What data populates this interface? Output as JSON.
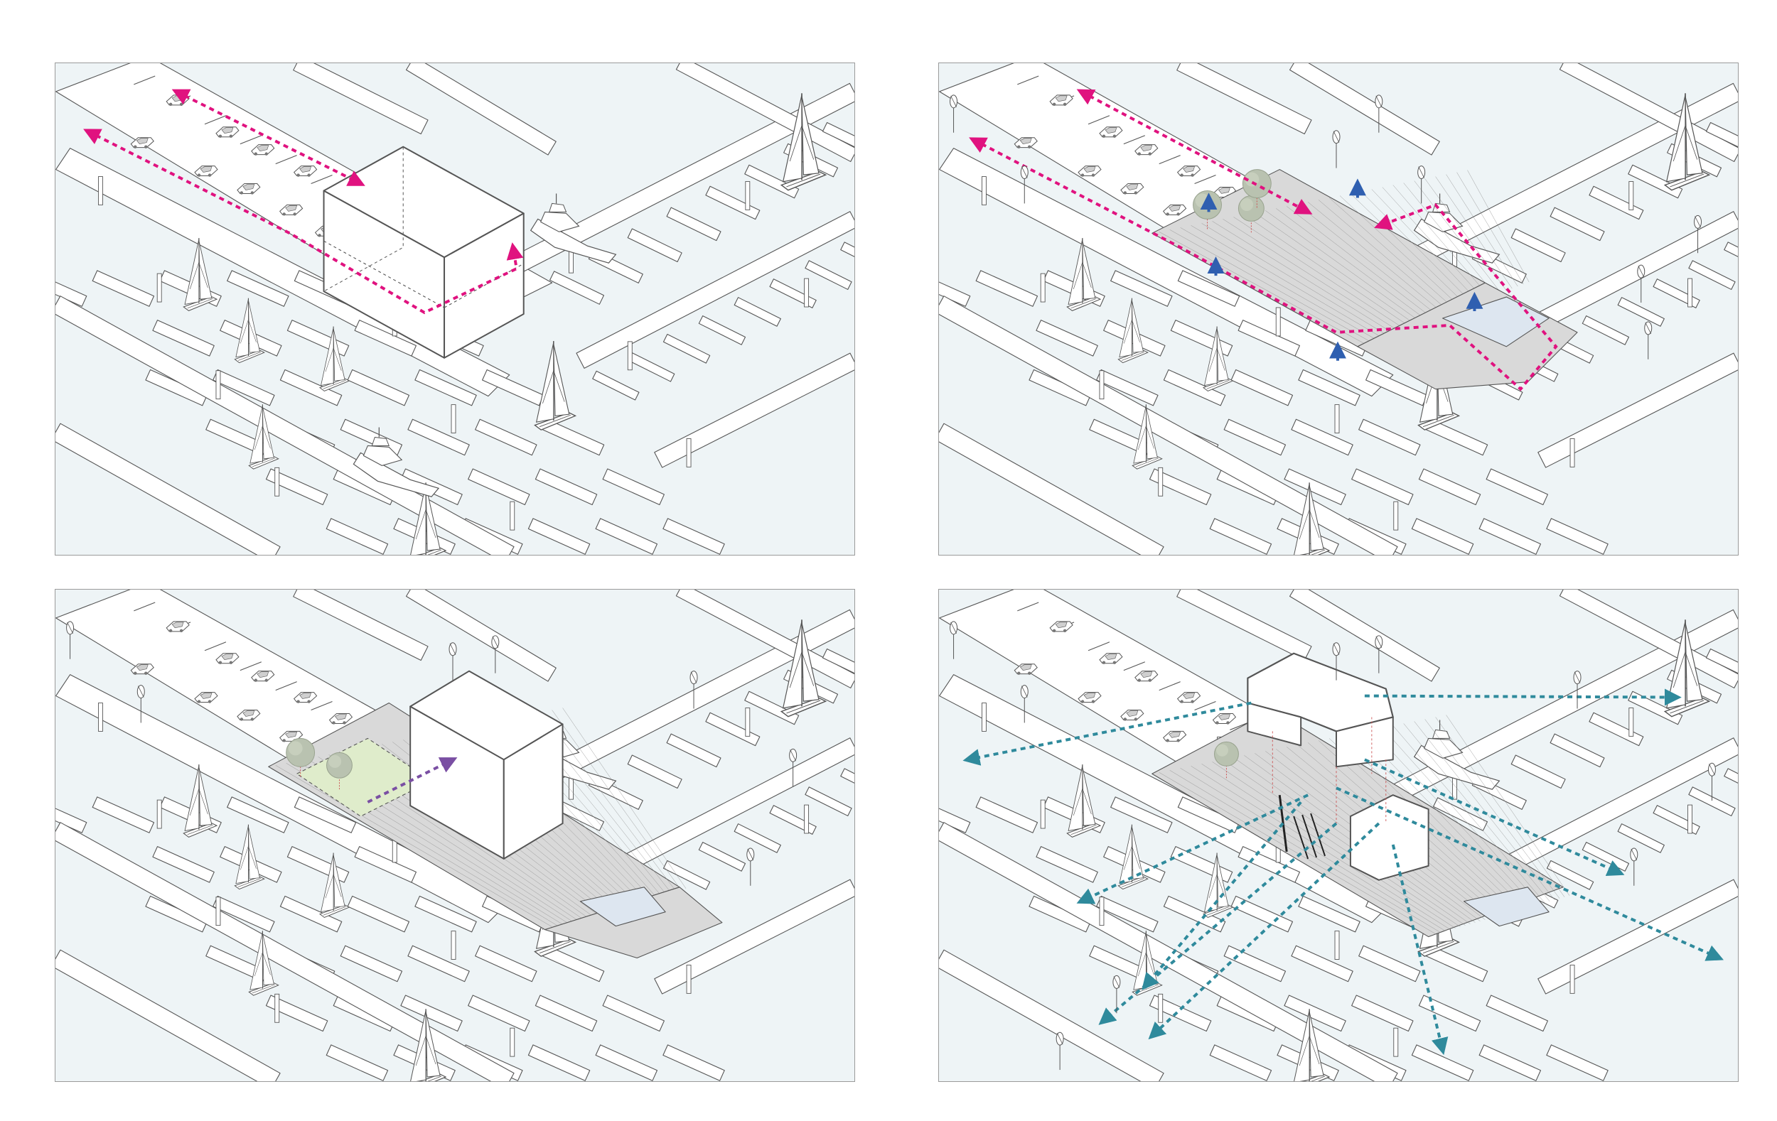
{
  "figure": {
    "panels": [
      {
        "id": "p1",
        "stage": "existing-building",
        "circulation_color": "#e0127f",
        "arrow_color": "#e0127f"
      },
      {
        "id": "p2",
        "stage": "public-deck-circulation",
        "circulation_color": "#e0127f",
        "arrow_color": "#2f5fb0",
        "pool": true
      },
      {
        "id": "p3",
        "stage": "volume-lift",
        "arrow_color": "#7a4fa3",
        "highlight_color": "#dfeccb",
        "pool": true
      },
      {
        "id": "p4",
        "stage": "views-out",
        "arrow_color": "#2f8a9c",
        "pool": true
      }
    ],
    "colors": {
      "water": "#eef4f6",
      "pier": "#ffffff",
      "line": "#555555",
      "deck": "#d9d9d9",
      "tree": "#b9c2b0"
    },
    "icons": [
      "sailboat-icon",
      "car-icon",
      "motor-yacht-icon",
      "tree-icon",
      "wind-turbine-icon",
      "pool-icon"
    ]
  }
}
